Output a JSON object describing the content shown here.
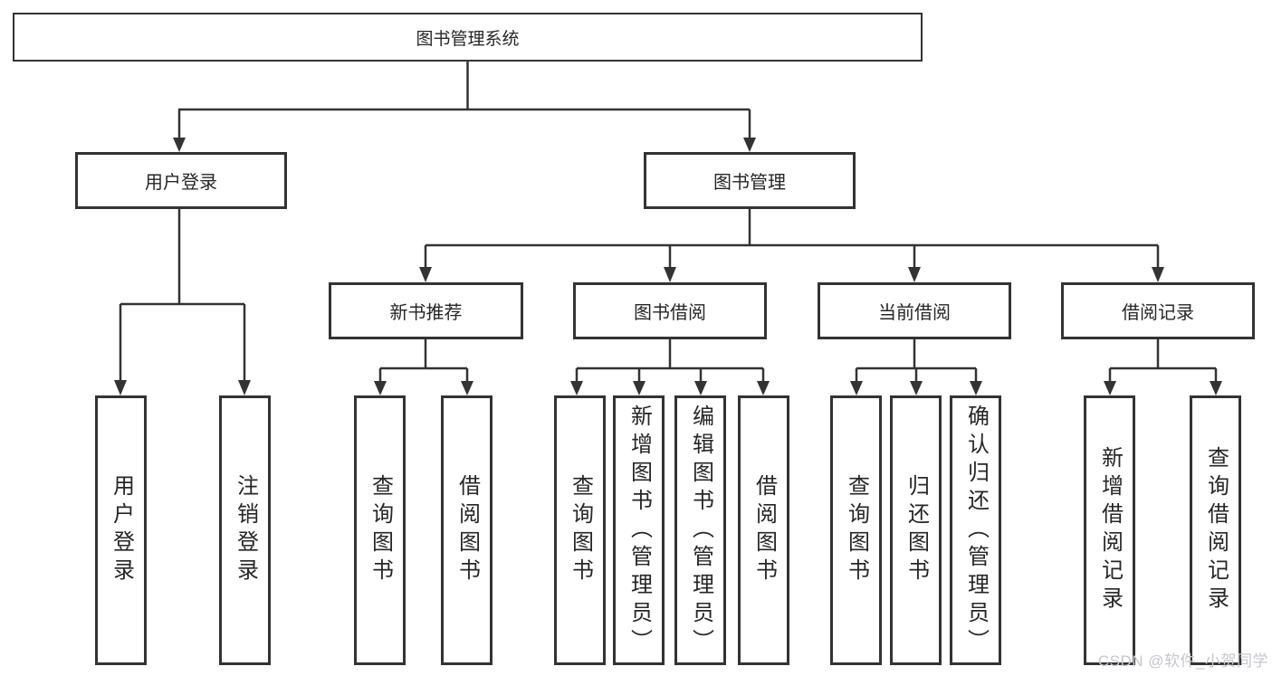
{
  "diagram": {
    "title": "图书管理系统",
    "root": {
      "label": "图书管理系统"
    },
    "level2": [
      {
        "label": "用户登录"
      },
      {
        "label": "图书管理"
      }
    ],
    "level3": [
      {
        "label": "新书推荐"
      },
      {
        "label": "图书借阅"
      },
      {
        "label": "当前借阅"
      },
      {
        "label": "借阅记录"
      }
    ],
    "leaves": {
      "user_login": [
        "用户登录",
        "注销登录"
      ],
      "new_book": [
        "查询图书",
        "借阅图书"
      ],
      "book_borrow": [
        "查询图书",
        "新增图书（管理员）",
        "编辑图书（管理员）",
        "借阅图书"
      ],
      "current_borrow": [
        "查询图书",
        "归还图书",
        "确认归还（管理员）"
      ],
      "borrow_record": [
        "新增借阅记录",
        "查询借阅记录"
      ]
    }
  },
  "watermark": {
    "text": "CSDN @软件_小贺同学"
  },
  "colors": {
    "line": "#333333",
    "text": "#262626",
    "watermark": "#c6c6cd",
    "background": "#ffffff"
  }
}
